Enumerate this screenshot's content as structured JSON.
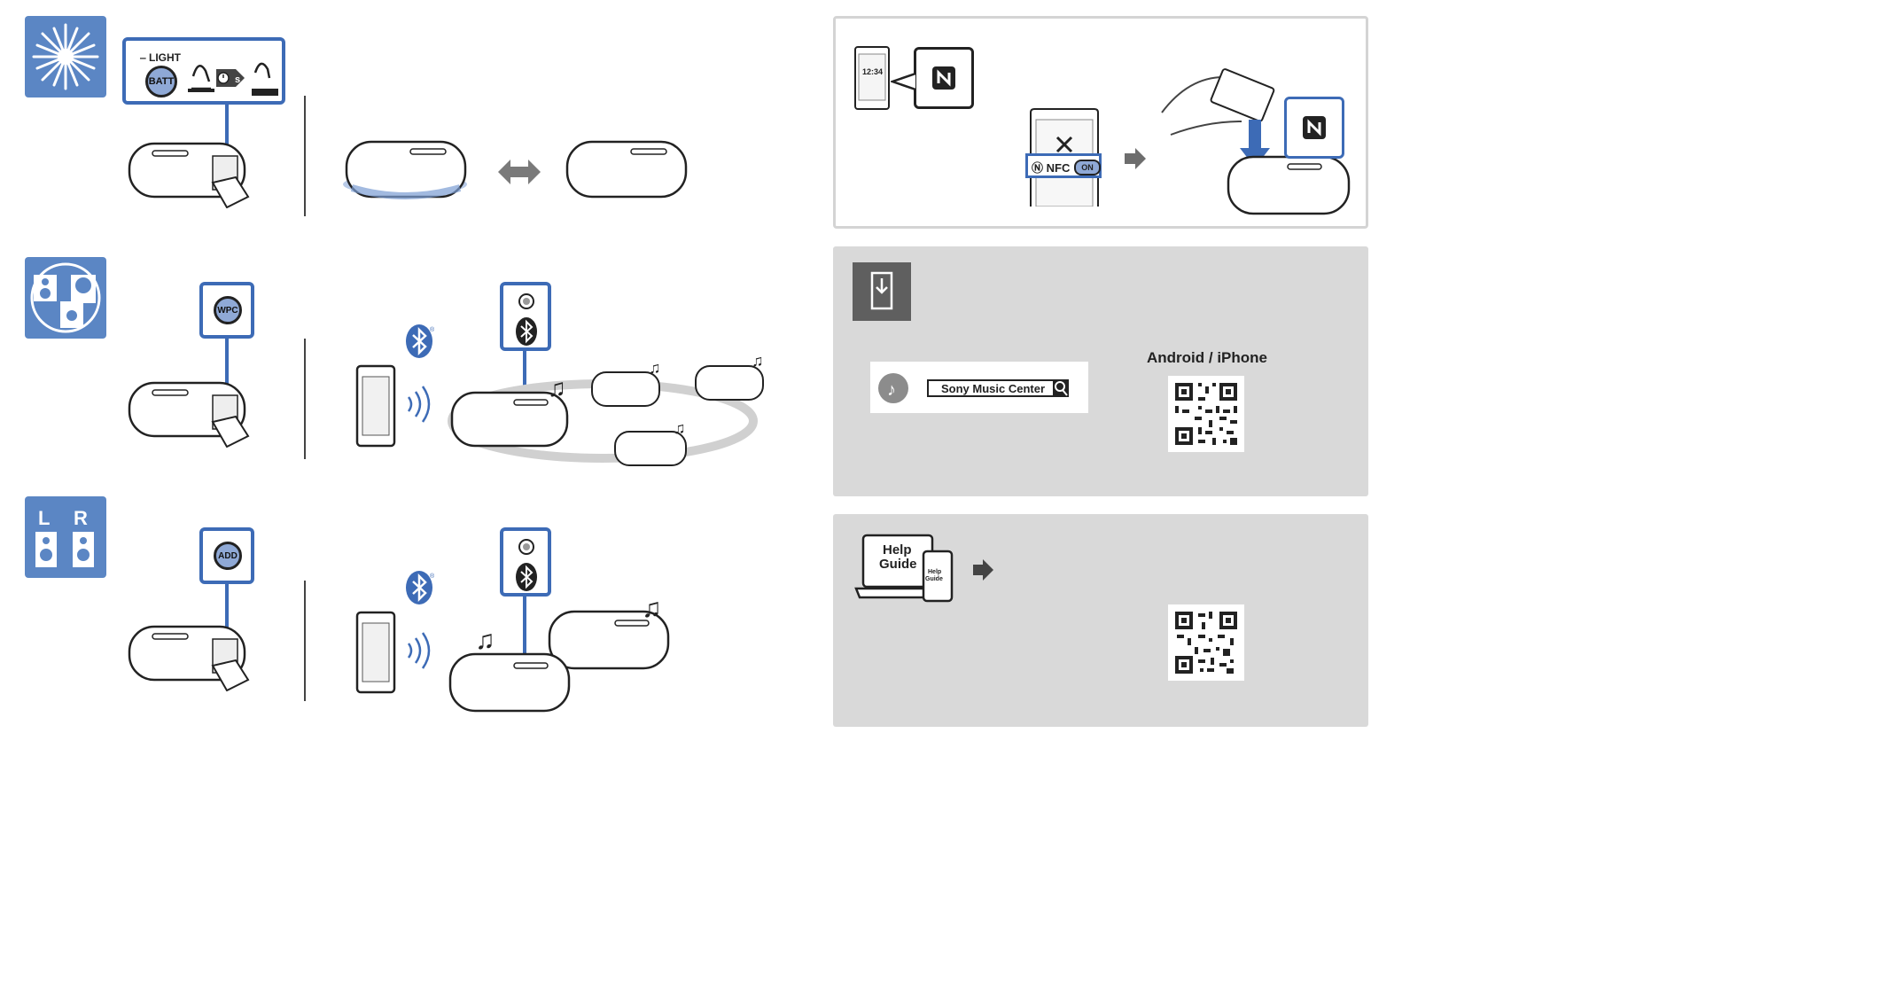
{
  "section_light": {
    "icon": "light-burst-icon",
    "callout_labels": {
      "light": "LIGHT",
      "batt": "BATT",
      "seconds": "s"
    }
  },
  "section_party": {
    "icon": "party-chain-icon",
    "button_label": "WPC"
  },
  "section_stereo": {
    "icon": "stereo-pair-icon",
    "letters": {
      "left": "L",
      "right": "R"
    },
    "button_label": "ADD"
  },
  "nfc_panel": {
    "phone_time": "12:34",
    "nfc_label": "NFC",
    "toggle_label": "ON"
  },
  "app_panel": {
    "icon": "download-app-icon",
    "search_text": "Sony Music Center",
    "platform_heading": "Android / iPhone"
  },
  "help_panel": {
    "screen_text_line1": "Help",
    "screen_text_line2": "Guide",
    "phone_text_line1": "Help",
    "phone_text_line2": "Guide"
  },
  "colors": {
    "accent_blue": "#3d6bb6",
    "icon_blue": "#5b86c4",
    "panel_gray": "#d9d9d9"
  }
}
